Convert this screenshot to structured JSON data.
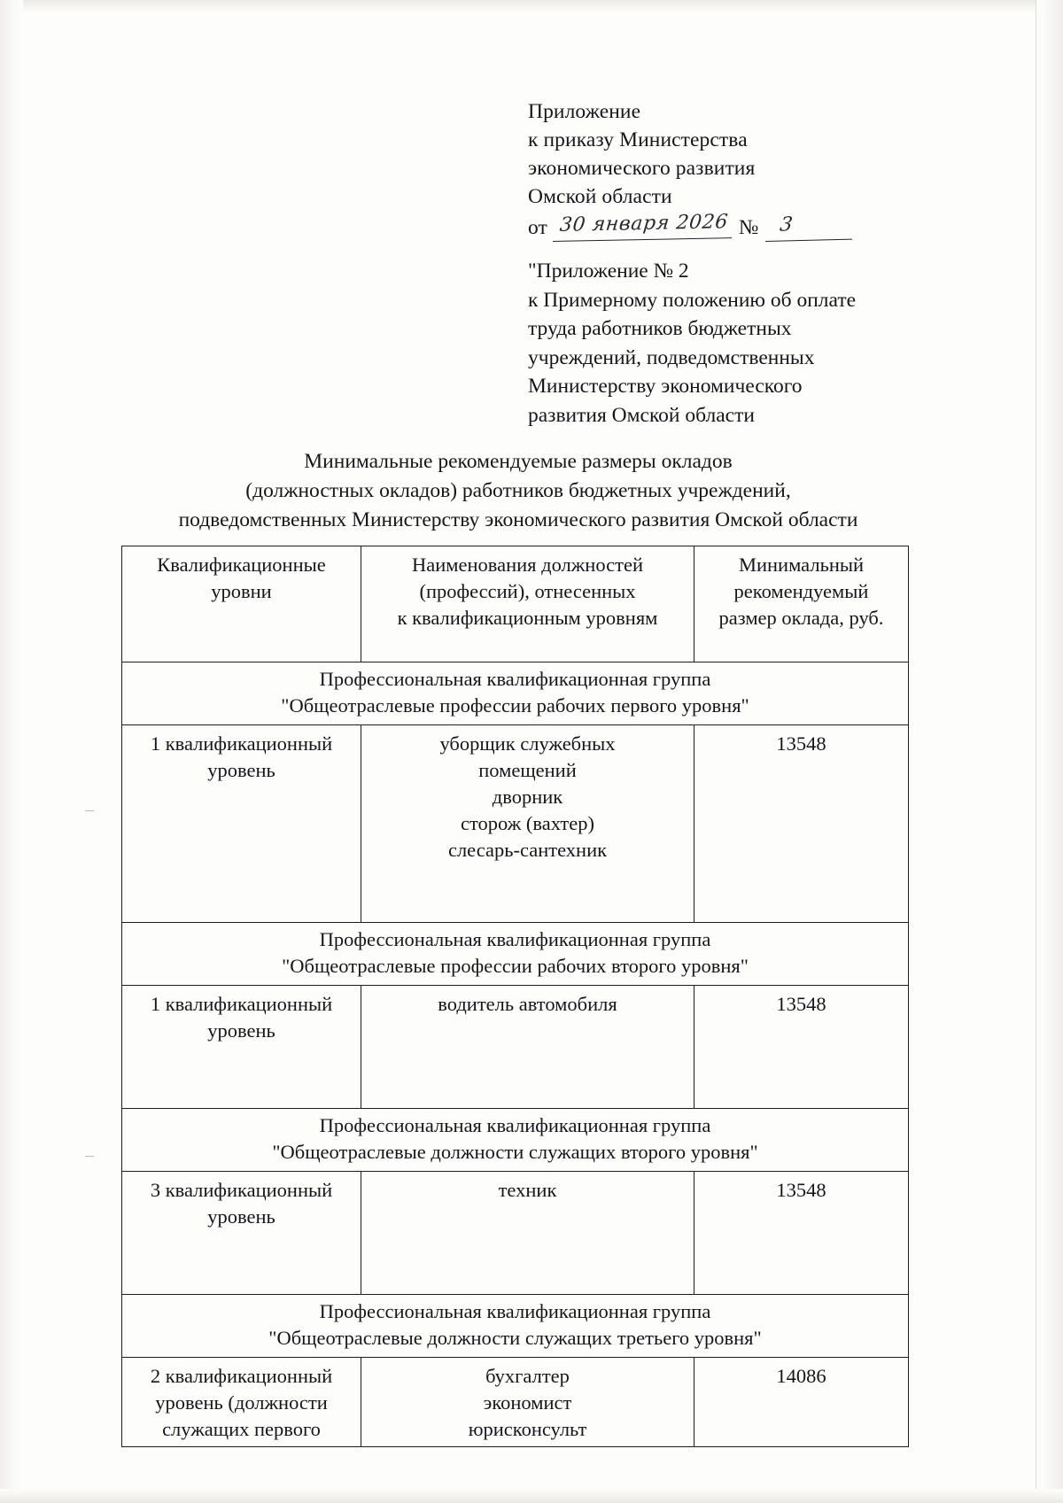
{
  "appendix_ref": {
    "lines": [
      "Приложение",
      "к приказу Министерства",
      "экономического развития",
      "Омской области"
    ],
    "date_label": "от",
    "date_value": "30 января 2026",
    "number_label": "№",
    "number_value": "3"
  },
  "appendix2_ref": {
    "lines": [
      "\"Приложение № 2",
      "к Примерному положению об оплате",
      "труда работников бюджетных",
      "учреждений, подведомственных",
      "Министерству экономического",
      "развития Омской области"
    ]
  },
  "doc_title": {
    "lines": [
      "Минимальные рекомендуемые размеры окладов",
      "(должностных окладов) работников бюджетных учреждений,",
      "подведомственных Министерству экономического развития Омской области"
    ]
  },
  "table": {
    "headers": {
      "level": [
        "Квалификационные",
        "уровни"
      ],
      "titles": [
        "Наименования должностей",
        "(профессий), отнесенных",
        "к  квалификационным уровням"
      ],
      "salary": [
        "Минимальный",
        "рекомендуемый",
        "размер оклада, руб."
      ]
    },
    "groups": [
      {
        "group_lines": [
          "Профессиональная квалификационная группа",
          "\"Общеотраслевые профессии рабочих первого уровня\""
        ],
        "rows": [
          {
            "level": [
              "1 квалификационный",
              "уровень"
            ],
            "positions": [
              "уборщик служебных",
              "помещений",
              "дворник",
              "сторож (вахтер)",
              "слесарь-сантехник"
            ],
            "salary": "13548"
          }
        ]
      },
      {
        "group_lines": [
          "Профессиональная квалификационная группа",
          "\"Общеотраслевые профессии рабочих второго уровня\""
        ],
        "rows": [
          {
            "level": [
              "1 квалификационный",
              "уровень"
            ],
            "positions": [
              "водитель автомобиля"
            ],
            "salary": "13548"
          }
        ]
      },
      {
        "group_lines": [
          "Профессиональная квалификационная группа",
          "\"Общеотраслевые должности служащих второго уровня\""
        ],
        "rows": [
          {
            "level": [
              "3 квалификационный",
              "уровень"
            ],
            "positions": [
              "техник"
            ],
            "salary": "13548"
          }
        ]
      },
      {
        "group_lines": [
          "Профессиональная квалификационная группа",
          "\"Общеотраслевые должности служащих третьего уровня\""
        ],
        "rows": [
          {
            "level": [
              "2 квалификационный",
              "уровень (должности",
              "служащих первого"
            ],
            "positions": [
              "бухгалтер",
              "экономист",
              "юрисконсульт"
            ],
            "salary": "14086"
          }
        ]
      }
    ]
  }
}
